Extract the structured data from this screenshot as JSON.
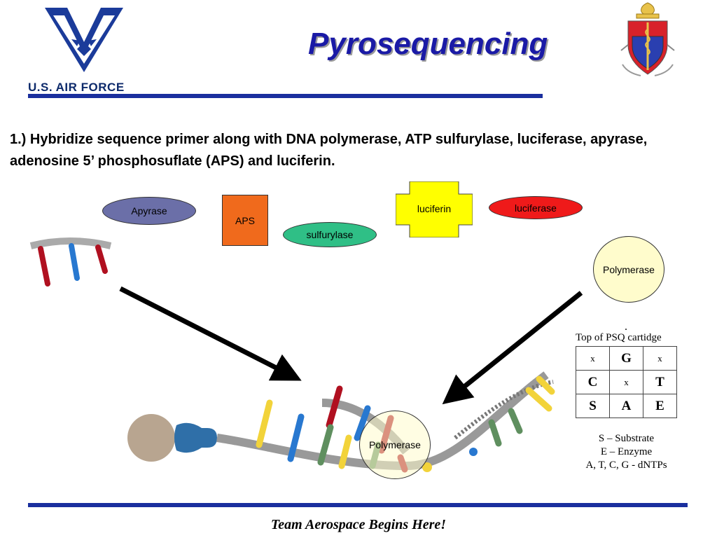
{
  "header": {
    "title": "Pyrosequencing",
    "org_text": "U.S. AIR FORCE"
  },
  "step": {
    "text": "1.)  Hybridize sequence primer along with DNA polymerase, ATP sulfurylase, luciferase, apyrase, adenosine 5’ phosphosuflate (APS) and luciferin."
  },
  "reagents": {
    "apyrase": "Apyrase",
    "aps": "APS",
    "sulfurylase": "sulfurylase",
    "luciferin": "luciferin",
    "luciferase": "luciferase",
    "polymerase_free": "Polymerase",
    "polymerase_bound": "Polymerase"
  },
  "cartridge": {
    "title": "Top of PSQ cartidge",
    "grid": [
      [
        "x",
        "G",
        "x"
      ],
      [
        "C",
        "x",
        "T"
      ],
      [
        "S",
        "A",
        "E"
      ]
    ],
    "legend": [
      "S – Substrate",
      "E – Enzyme",
      "A, T, C, G - dNTPs"
    ]
  },
  "footer": {
    "text": "Team Aerospace Begins Here!"
  },
  "colors": {
    "title_blue": "#1a1aa6",
    "rule_blue": "#1a2f9e",
    "apyrase": "#6b6fa8",
    "aps": "#f06a1c",
    "sulfurylase": "#2fbf86",
    "luciferin": "#ffff00",
    "luciferase": "#ef1a1a",
    "polymerase": "#fffccc"
  },
  "icons": {
    "left_logo": "air-force-wings-logo",
    "right_logo": "medical-caduceus-shield-emblem"
  }
}
